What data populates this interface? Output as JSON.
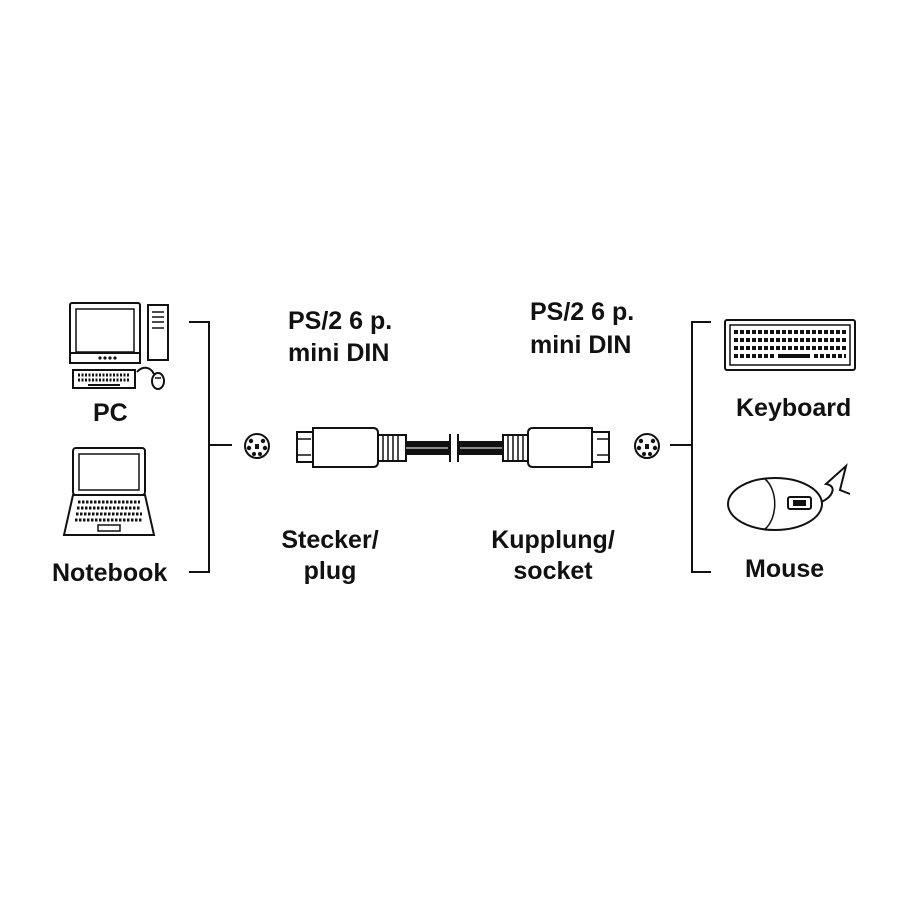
{
  "devices": {
    "pc": "PC",
    "notebook": "Notebook",
    "keyboard": "Keyboard",
    "mouse": "Mouse"
  },
  "connectors": {
    "plug": {
      "spec_line1": "PS/2 6 p.",
      "spec_line2": "mini DIN",
      "type_line1": "Stecker/",
      "type_line2": "plug"
    },
    "socket": {
      "spec_line1": "PS/2 6 p.",
      "spec_line2": "mini DIN",
      "type_line1": "Kupplung/",
      "type_line2": "socket"
    }
  }
}
